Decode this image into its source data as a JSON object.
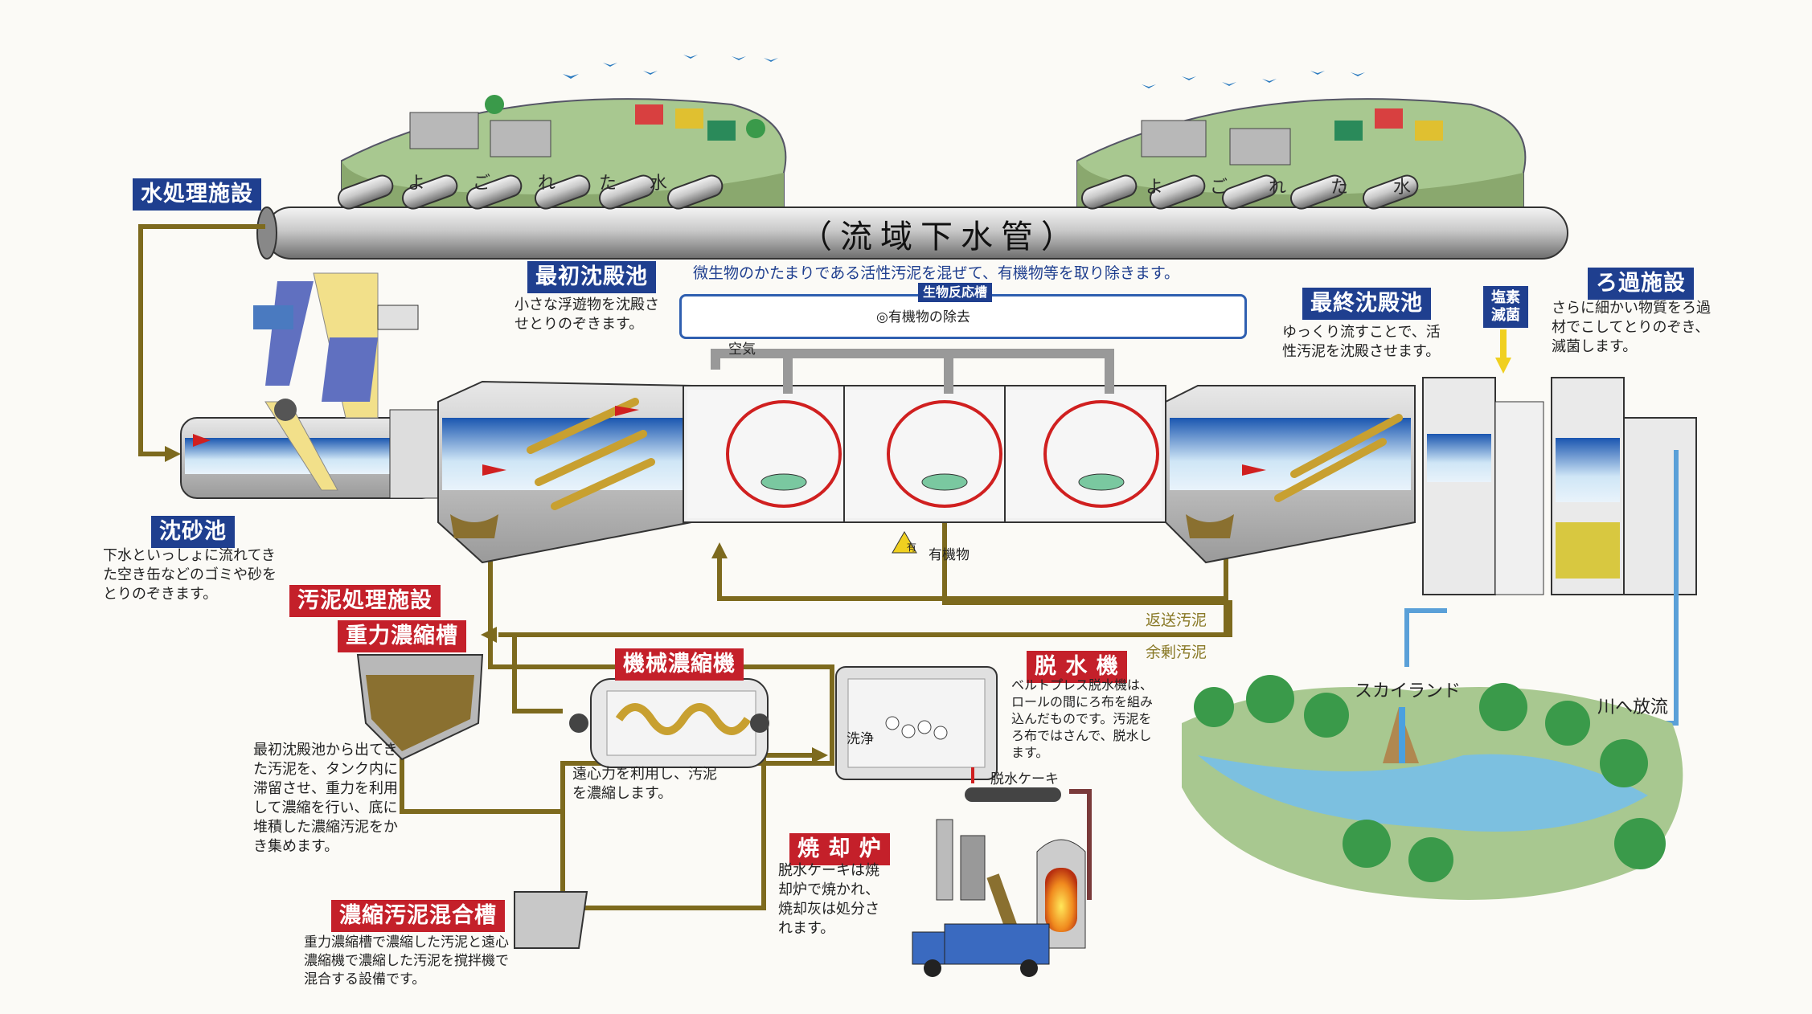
{
  "pipe": {
    "title": "（流域下水管）"
  },
  "yogore": {
    "left": [
      "よ",
      "ご",
      "れ",
      "た",
      "水"
    ],
    "right": [
      "よ",
      "ご",
      "れ",
      "た",
      "水"
    ]
  },
  "labels": {
    "water_facility": "水処理施設",
    "primary": "最初沈殿池",
    "primary_desc": "小さな浮遊物を沈殿させとりのぞきます。",
    "top_caption": "微生物のかたまりである活性汚泥を混ぜて、有機物等を取り除きます。",
    "bio_title": "生物反応槽",
    "bio_content": "◎有機物の除去",
    "air": "空気",
    "final": "最終沈殿池",
    "final_desc": "ゆっくり流すことで、活性汚泥を沈殿させます。",
    "chlorine": "塩素滅菌",
    "filter": "ろ過施設",
    "filter_desc": "さらに細かい物質をろ過材でこしてとりのぞき、滅菌します。",
    "grit": "沈砂池",
    "grit_desc": "下水といっしょに流れてきた空き缶などのゴミや砂をとりのぞきます。",
    "organic_mark": "有",
    "organic": "有機物",
    "return_sludge": "返送汚泥",
    "excess_sludge": "余剰汚泥",
    "sludge_facility": "汚泥処理施設",
    "gravity": "重力濃縮槽",
    "gravity_desc": "最初沈殿池から出てきた汚泥を、タンク内に滞留させ、重力を利用して濃縮を行い、底に堆積した濃縮汚泥をかき集めます。",
    "mech": "機械濃縮機",
    "mech_desc": "遠心力を利用し、汚泥を濃縮します。",
    "dewater": "脱 水 機",
    "dewater_desc": "ベルトプレス脱水機は、ロールの間にろ布を組み込んだものです。汚泥をろ布ではさんで、脱水します。",
    "wash": "洗浄",
    "cake": "脱水ケーキ",
    "incin": "焼 却 炉",
    "incin_desc": "脱水ケーキは焼却炉で焼かれ、焼却灰は処分されます。",
    "mix": "濃縮汚泥混合槽",
    "mix_desc": "重力濃縮槽で濃縮した汚泥と遠心濃縮機で濃縮した汚泥を撹拌機で混合する設備です。",
    "skyland": "スカイランド",
    "river": "川へ放流"
  },
  "colors": {
    "navy": "#1f3f8f",
    "red": "#c4202a",
    "olive": "#7d6a1e",
    "water": "#3a8ad0",
    "ground": "#a8c890"
  }
}
